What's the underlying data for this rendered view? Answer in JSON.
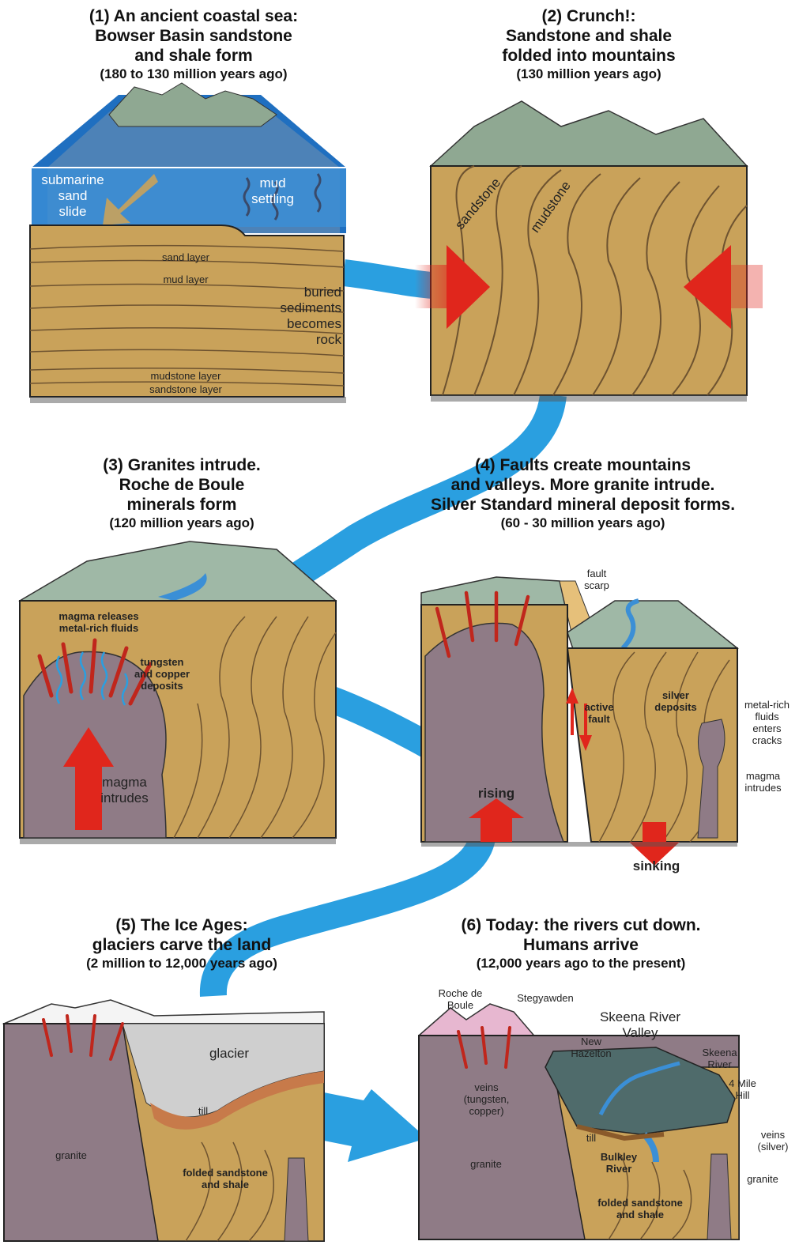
{
  "panels": [
    {
      "number": "(1)",
      "title_lines": [
        "An ancient coastal sea:",
        "Bowser Basin sandstone",
        "and shale form"
      ],
      "time": "(180 to 130 million years ago)",
      "labels": {
        "slide": [
          "submarine",
          "sand",
          "slide"
        ],
        "mud": [
          "mud",
          "settling"
        ],
        "sand_layer": "sand layer",
        "mud_layer": "mud layer",
        "buried": [
          "buried",
          "sediments",
          "becomes",
          "rock"
        ],
        "mudstone_layer": "mudstone layer",
        "sandstone_layer": "sandstone layer"
      }
    },
    {
      "number": "(2)",
      "title_lines": [
        "Crunch!:",
        "Sandstone and shale",
        "folded into mountains"
      ],
      "time": "(130 million years ago)",
      "labels": {
        "sandstone": "sandstone",
        "mudstone": "mudstone"
      }
    },
    {
      "number": "(3)",
      "title_lines": [
        "Granites intrude.",
        "Roche de Boule",
        "minerals form"
      ],
      "time": "(120 million years ago)",
      "labels": {
        "magma_releases": [
          "magma releases",
          "metal-rich fluids"
        ],
        "tungsten": [
          "tungsten",
          "and copper",
          "deposits"
        ],
        "magma_intrudes": [
          "magma",
          "intrudes"
        ]
      }
    },
    {
      "number": "(4)",
      "title_lines": [
        "Faults create mountains",
        "and valleys. More granite intrude.",
        "Silver Standard mineral deposit forms."
      ],
      "time": "(60 - 30 million years ago)",
      "labels": {
        "fault_scarp": [
          "fault",
          "scarp"
        ],
        "active_fault": [
          "active",
          "fault"
        ],
        "silver": [
          "silver",
          "deposits"
        ],
        "metal_rich": [
          "metal-rich",
          "fluids",
          "enters",
          "cracks"
        ],
        "magma_intrudes": [
          "magma",
          "intrudes"
        ],
        "rising": "rising",
        "sinking": "sinking"
      }
    },
    {
      "number": "(5)",
      "title_lines": [
        "The Ice Ages:",
        "glaciers carve the land"
      ],
      "time": "(2 million to 12,000 years ago)",
      "labels": {
        "glacier": "glacier",
        "till": "till",
        "granite": "granite",
        "folded": [
          "folded sandstone",
          "and shale"
        ]
      }
    },
    {
      "number": "(6)",
      "title_lines": [
        "Today: the rivers cut down.",
        "Humans arrive"
      ],
      "time": "(12,000 years ago to the present)",
      "labels": {
        "roche": [
          "Roche de",
          "Boule"
        ],
        "stegyawden": "Stegyawden",
        "skeena_valley": [
          "Skeena River",
          "Valley"
        ],
        "new_hazelton": [
          "New",
          "Hazelton"
        ],
        "skeena_river": [
          "Skeena",
          "River"
        ],
        "mile_hill": [
          "4 Mile",
          "Hill"
        ],
        "veins": [
          "veins",
          "(tungsten,",
          "copper)"
        ],
        "till": "till",
        "bulkley": [
          "Bulkley",
          "River"
        ],
        "veins_silver": [
          "veins",
          "(silver)"
        ],
        "granite_left": "granite",
        "granite_right": "granite",
        "folded": [
          "folded sandstone",
          "and shale"
        ]
      }
    }
  ],
  "colors": {
    "sandstone": "#c9a25a",
    "sandstone_line": "#6e5330",
    "granite": "#8f7b86",
    "sea": "#3b8fd6",
    "land": "#9fb8a6",
    "arrow_blue": "#2a9fe0",
    "arrow_red": "#e0261c",
    "glacier": "#cfcfcf",
    "till": "#c77a4a",
    "vein": "#c0261c"
  }
}
